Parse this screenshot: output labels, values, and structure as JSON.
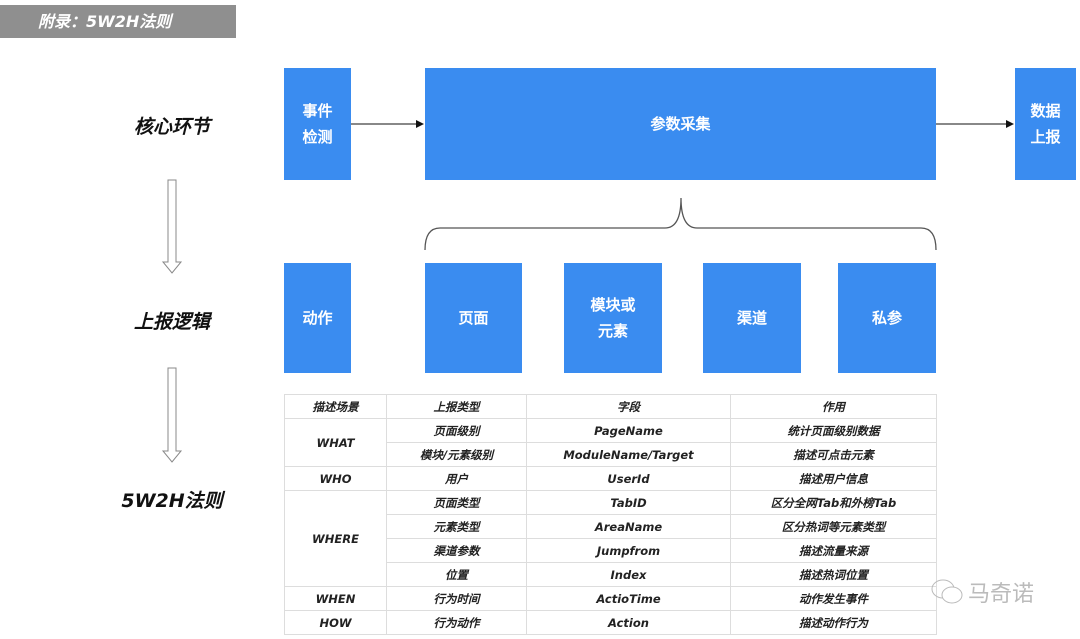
{
  "header": "附录：5W2H法则",
  "labels": {
    "core": "核心环节",
    "logic": "上报逻辑",
    "rule": "5W2H法则"
  },
  "core_boxes": [
    "事件\n检测",
    "参数采集",
    "数据\n上报"
  ],
  "logic_boxes": [
    "动作",
    "页面",
    "模块或\n元素",
    "渠道",
    "私参"
  ],
  "colors": {
    "box": "#3a8cf0",
    "header": "#8f8f8f"
  },
  "table": {
    "headers": [
      "描述场景",
      "上报类型",
      "字段",
      "作用"
    ],
    "rows": [
      [
        "WHAT",
        "页面级别",
        "PageName",
        "统计页面级别数据"
      ],
      [
        "",
        "模块/元素级别",
        "ModuleName/Target",
        "描述可点击元素"
      ],
      [
        "WHO",
        "用户",
        "UserId",
        "描述用户信息"
      ],
      [
        "WHERE",
        "页面类型",
        "TabID",
        "区分全网Tab和外榜Tab"
      ],
      [
        "",
        "元素类型",
        "AreaName",
        "区分热词等元素类型"
      ],
      [
        "",
        "渠道参数",
        "Jumpfrom",
        "描述流量来源"
      ],
      [
        "",
        "位置",
        "Index",
        "描述热词位置"
      ],
      [
        "WHEN",
        "行为时间",
        "ActioTime",
        "动作发生事件"
      ],
      [
        "HOW",
        "行为动作",
        "Action",
        "描述动作行为"
      ]
    ]
  },
  "watermark": "马奇诺"
}
